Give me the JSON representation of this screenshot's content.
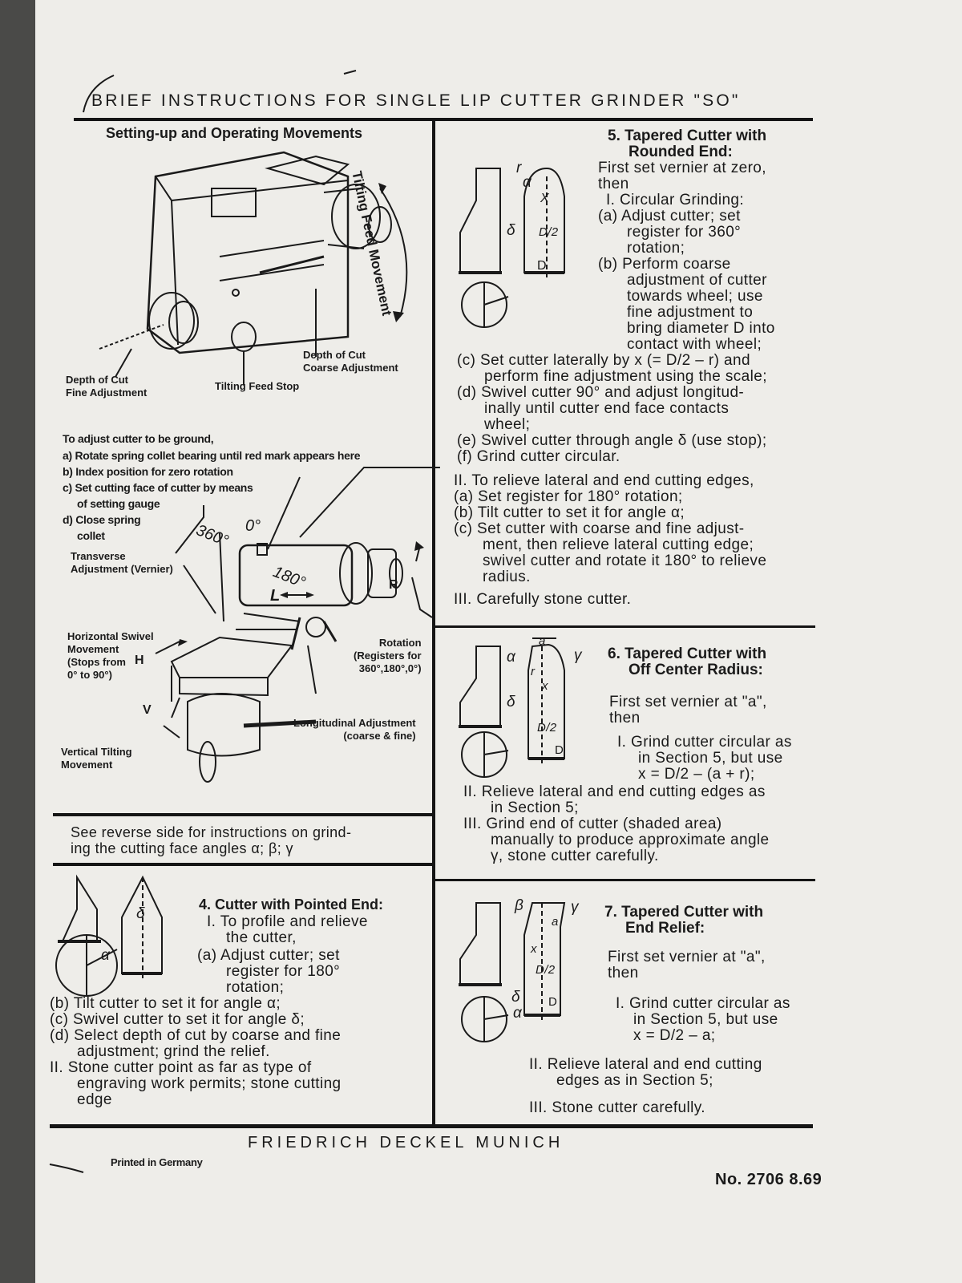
{
  "header": {
    "title": "BRIEF INSTRUCTIONS FOR SINGLE LIP CUTTER GRINDER \"SO\""
  },
  "left": {
    "setup_title": "Setting-up and Operating Movements",
    "tilting_feed": "Tilting Feed Movement",
    "depth_fine": [
      "Depth of Cut",
      "Fine Adjustment"
    ],
    "tilting_stop": "Tilting Feed Stop",
    "depth_coarse": [
      "Depth of Cut",
      "Coarse Adjustment"
    ],
    "adjust_intro": "To adjust cutter to be ground,",
    "steps": [
      "a) Rotate spring collet bearing until red mark appears here",
      "b) Index position for zero rotation",
      "c) Set cutting face of cutter by means",
      "of setting gauge",
      "d) Close spring",
      "collet"
    ],
    "transverse": [
      "Transverse",
      "Adjustment (Vernier)"
    ],
    "horizontal": [
      "Horizontal Swivel",
      "Movement",
      "(Stops from",
      "0° to 90°)"
    ],
    "vertical": [
      "Vertical Tilting",
      "Movement"
    ],
    "rotation": [
      "Rotation",
      "(Registers for",
      "360°,180°,0°)"
    ],
    "longitudinal": [
      "Longitudinal Adjustment",
      "(coarse & fine)"
    ],
    "deg_0": "0°",
    "deg_360": "360°",
    "deg_180": "180°",
    "letter_l": "L",
    "letter_r": "R",
    "letter_h": "H",
    "letter_v": "V",
    "reverse_note": [
      "See reverse side for instructions on grind-",
      "ing the cutting face angles α; β; γ"
    ]
  },
  "sec4": {
    "title": "4. Cutter with Pointed End:",
    "lines": [
      "I. To profile and relieve",
      "the cutter,",
      "(a) Adjust cutter; set",
      "register for 180°",
      "rotation;",
      "(b) Tilt cutter to set it for angle α;",
      "(c) Swivel cutter to set it for angle δ;",
      "(d) Select depth of cut by coarse and fine",
      "adjustment; grind the relief.",
      "II. Stone cutter point as far as type of",
      "engraving work permits; stone cutting",
      "edge"
    ],
    "fig_delta": "δ",
    "fig_alpha": "α"
  },
  "sec5": {
    "title": [
      "5. Tapered Cutter with",
      "Rounded End:"
    ],
    "lines": [
      "First set vernier at zero,",
      "then",
      "I. Circular Grinding:",
      "(a) Adjust cutter; set",
      "register for 360°",
      "rotation;",
      "(b) Perform coarse",
      "adjustment of cutter",
      "towards wheel; use",
      "fine adjustment to",
      "bring diameter D into",
      "contact with wheel;",
      "(c) Set cutter laterally by x (= D/2 – r) and",
      "perform fine adjustment using the scale;",
      "(d) Swivel cutter 90° and adjust longitud-",
      "inally until cutter end face contacts",
      "wheel;",
      "(e) Swivel cutter through angle δ (use stop);",
      "(f) Grind cutter circular.",
      "II. To relieve lateral and end cutting edges,",
      "(a) Set register for 180° rotation;",
      "(b) Tilt cutter to set it for angle α;",
      "(c) Set cutter with coarse and fine adjust-",
      "ment, then relieve lateral cutting edge;",
      "swivel cutter and rotate it 180° to relieve",
      "radius.",
      "III. Carefully stone cutter."
    ],
    "fig": {
      "r": "r",
      "alpha": "α",
      "x": "X",
      "delta": "δ",
      "d2": "D/2",
      "d": "D"
    }
  },
  "sec6": {
    "title": [
      "6. Tapered Cutter with",
      "Off Center Radius:"
    ],
    "lines": [
      "First set vernier at \"a\",",
      "then",
      "I. Grind cutter circular as",
      "in Section 5, but use",
      "x = D/2 – (a + r);",
      "II. Relieve lateral and end cutting edges as",
      "in Section 5;",
      "III. Grind end of cutter (shaded area)",
      "manually to produce approximate angle",
      "γ, stone cutter carefully."
    ],
    "fig": {
      "a": "a",
      "alpha": "α",
      "gamma": "γ",
      "r": "r",
      "x": "x",
      "delta": "δ",
      "d2": "D/2",
      "d": "D"
    }
  },
  "sec7": {
    "title": [
      "7. Tapered Cutter with",
      "End Relief:"
    ],
    "lines": [
      "First set vernier at \"a\",",
      "then",
      "I. Grind cutter circular as",
      "in Section 5, but use",
      "x = D/2 – a;",
      "II. Relieve lateral and end cutting",
      "edges as in Section 5;",
      "III. Stone cutter carefully."
    ],
    "fig": {
      "beta": "β",
      "gamma": "γ",
      "a": "a",
      "x": "x",
      "d2": "D/2",
      "delta": "δ",
      "alpha": "α",
      "d": "D"
    }
  },
  "footer": {
    "maker": "FRIEDRICH DECKEL MUNICH",
    "printed": "Printed in Germany",
    "docno": "No. 2706 8.69"
  }
}
